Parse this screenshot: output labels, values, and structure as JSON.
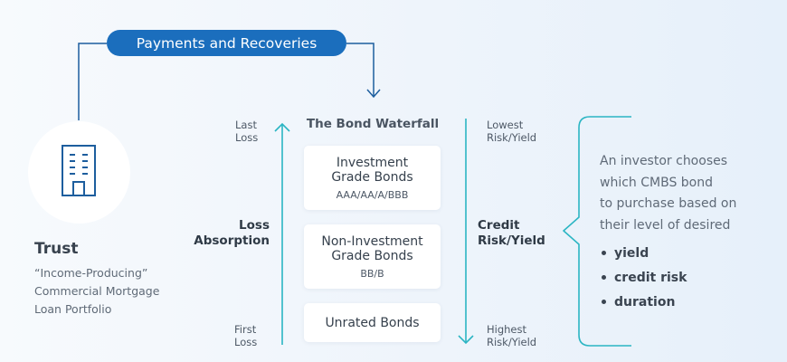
{
  "payments": {
    "label": "Payments and Recoveries"
  },
  "trust": {
    "title": "Trust",
    "description": [
      "“Income-Producing”",
      "Commercial Mortgage",
      "Loan Portfolio"
    ]
  },
  "loss_axis": {
    "top": [
      "Last",
      "Loss"
    ],
    "bottom": [
      "First",
      "Loss"
    ],
    "label": [
      "Loss",
      "Absorption"
    ]
  },
  "waterfall": {
    "title": "The Bond Waterfall",
    "tranches": [
      {
        "name": [
          "Investment",
          "Grade Bonds"
        ],
        "grade": "AAA/AA/A/BBB"
      },
      {
        "name": [
          "Non-Investment",
          "Grade Bonds"
        ],
        "grade": "BB/B"
      },
      {
        "name": [
          "Unrated Bonds"
        ],
        "grade": ""
      }
    ]
  },
  "risk_axis": {
    "top": [
      "Lowest",
      "Risk/Yield"
    ],
    "bottom": [
      "Highest",
      "Risk/Yield"
    ],
    "label": [
      "Credit",
      "Risk/Yield"
    ]
  },
  "investor": {
    "text": [
      "An investor chooses",
      "which CMBS bond",
      "to purchase based on",
      "their level of desired"
    ],
    "bullets": [
      "yield",
      "credit risk",
      "duration"
    ]
  },
  "colors": {
    "teal": "#2bb5c3",
    "blue": "#1b6ebd",
    "navy": "#1d5e9e"
  },
  "icons": {
    "trust": "building-icon"
  }
}
